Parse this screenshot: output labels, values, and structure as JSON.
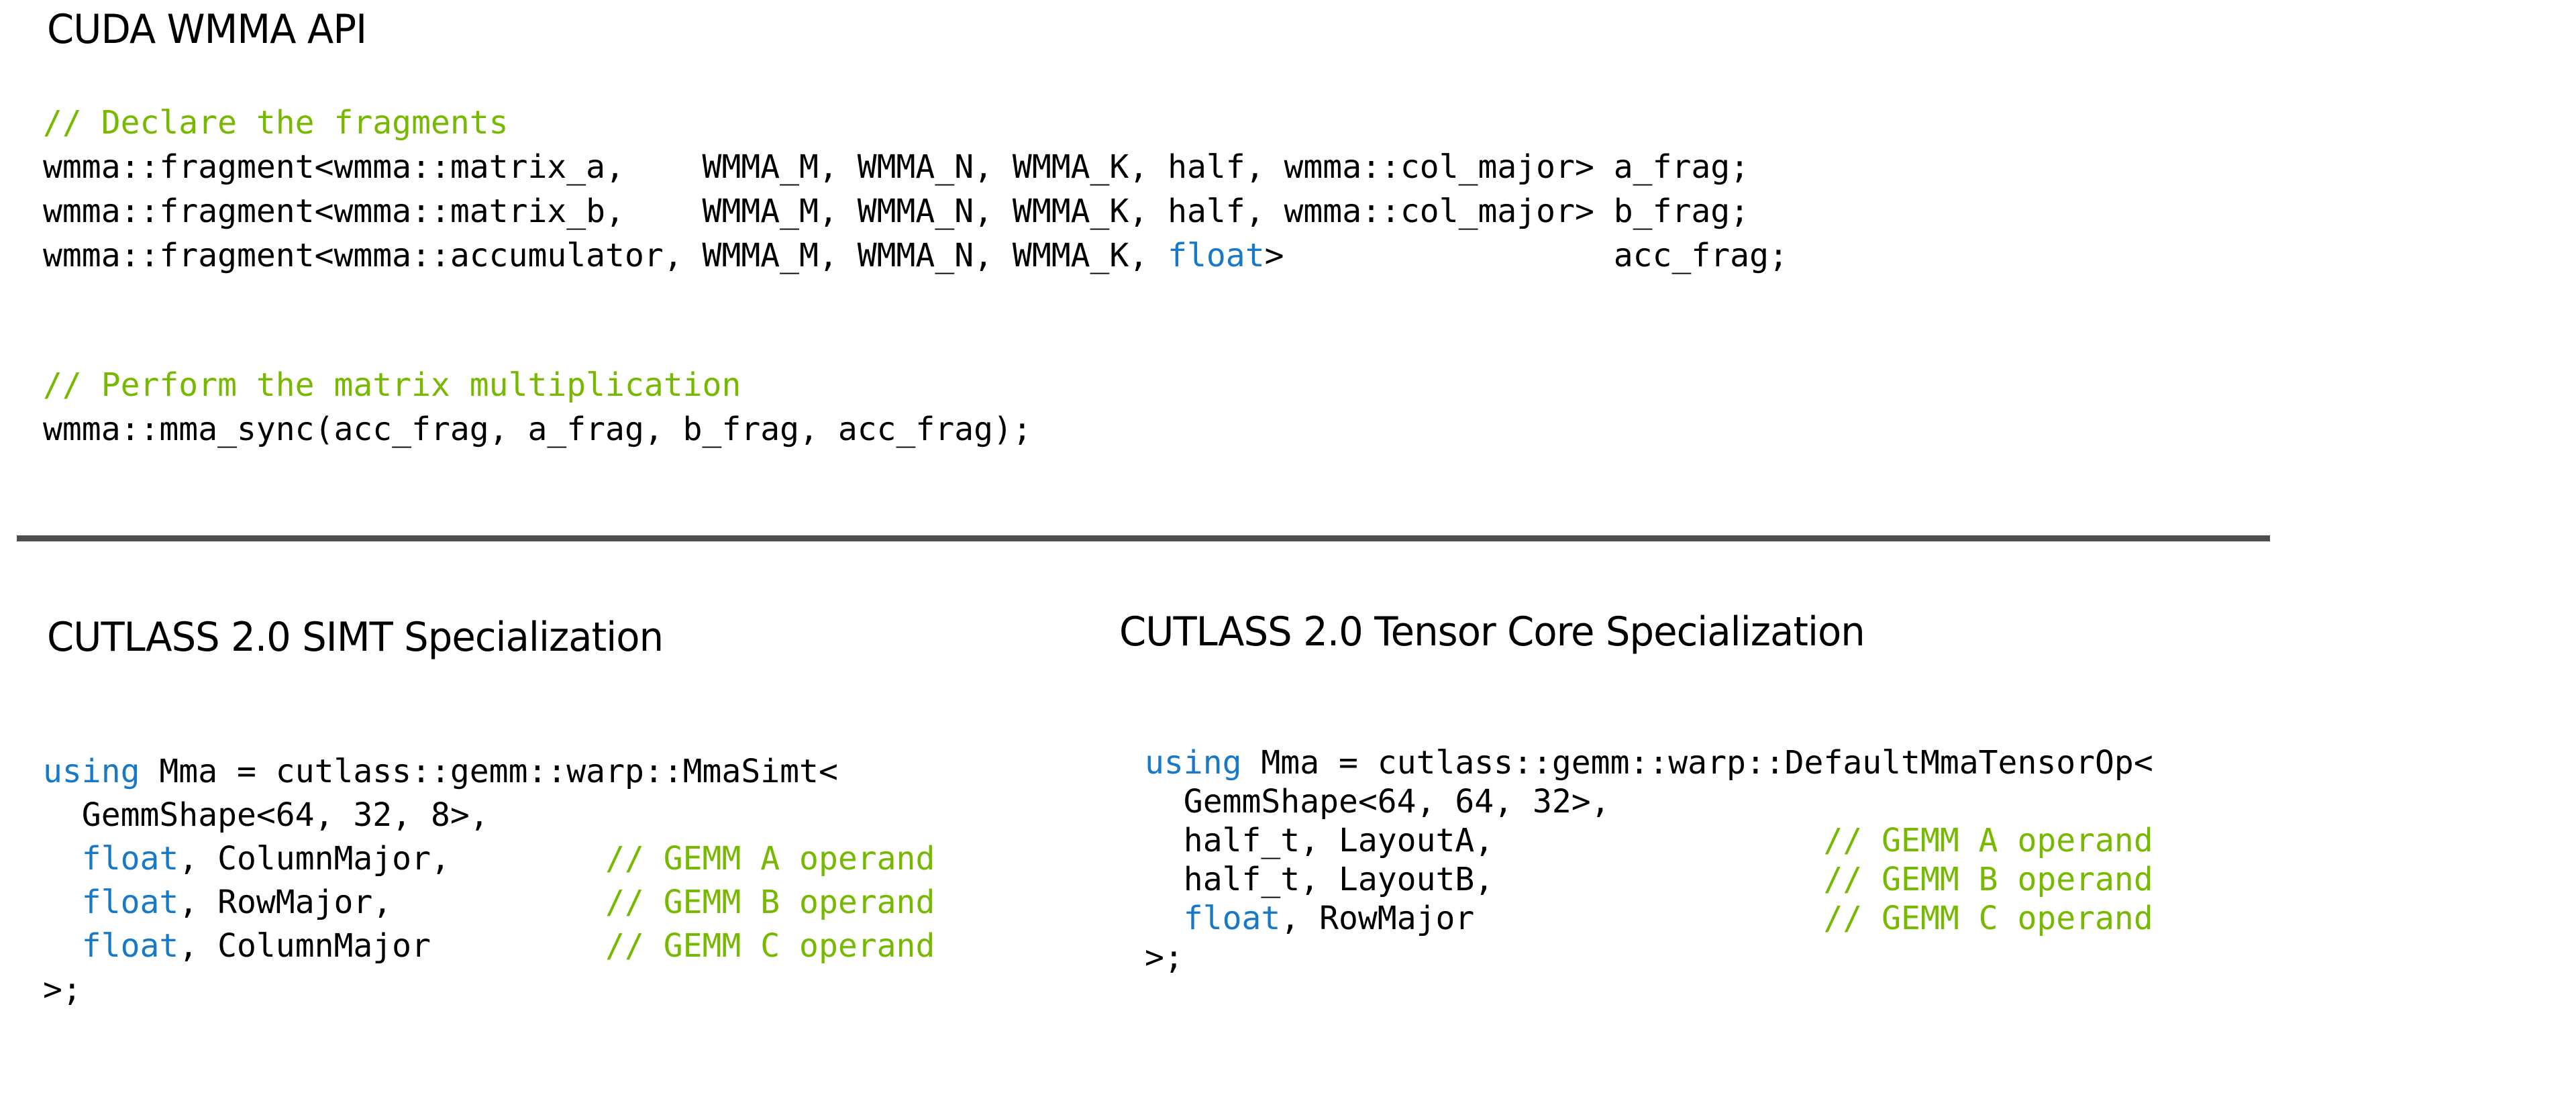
{
  "colors": {
    "background": "#ffffff",
    "text": "#000000",
    "keyword_blue": "#1779c7",
    "comment_green": "#76b900",
    "divider_gray": "#4d4d4d"
  },
  "top_section": {
    "title": "CUDA WMMA API",
    "declare_block": {
      "lines": [
        [
          [
            "cm",
            "// Declare the fragments"
          ]
        ],
        [
          [
            "pl",
            "wmma::fragment<wmma::matrix_a,    WMMA_M, WMMA_N, WMMA_K, half, wmma::col_major> a_frag;"
          ]
        ],
        [
          [
            "pl",
            "wmma::fragment<wmma::matrix_b,    WMMA_M, WMMA_N, WMMA_K, half, wmma::col_major> b_frag;"
          ]
        ],
        [
          [
            "pl",
            "wmma::fragment<wmma::accumulator, WMMA_M, WMMA_N, WMMA_K, "
          ],
          [
            "kw",
            "float"
          ],
          [
            "pl",
            ">                 acc_frag;"
          ]
        ]
      ]
    },
    "multiply_block": {
      "lines": [
        [
          [
            "cm",
            "// Perform the matrix multiplication"
          ]
        ],
        [
          [
            "pl",
            "wmma::mma_sync(acc_frag, a_frag, b_frag, acc_frag);"
          ]
        ]
      ]
    }
  },
  "left_section": {
    "heading": "CUTLASS 2.0 SIMT Specialization",
    "code": {
      "lines": [
        [
          [
            "kw",
            "using"
          ],
          [
            "pl",
            " Mma = cutlass::gemm::warp::MmaSimt<"
          ]
        ],
        [
          [
            "pl",
            "  GemmShape<64, 32, 8>,"
          ]
        ],
        [
          [
            "pl",
            "  "
          ],
          [
            "kw",
            "float"
          ],
          [
            "pl",
            ", ColumnMajor,        "
          ],
          [
            "cm",
            "// GEMM A operand"
          ]
        ],
        [
          [
            "pl",
            "  "
          ],
          [
            "kw",
            "float"
          ],
          [
            "pl",
            ", RowMajor,           "
          ],
          [
            "cm",
            "// GEMM B operand"
          ]
        ],
        [
          [
            "pl",
            "  "
          ],
          [
            "kw",
            "float"
          ],
          [
            "pl",
            ", ColumnMajor         "
          ],
          [
            "cm",
            "// GEMM C operand"
          ]
        ],
        [
          [
            "pl",
            ">;"
          ]
        ]
      ]
    }
  },
  "right_section": {
    "heading": "CUTLASS 2.0 Tensor Core Specialization",
    "code": {
      "lines": [
        [
          [
            "kw",
            "using"
          ],
          [
            "pl",
            " Mma = cutlass::gemm::warp::DefaultMmaTensorOp<"
          ]
        ],
        [
          [
            "pl",
            "  GemmShape<64, 64, 32>,"
          ]
        ],
        [
          [
            "pl",
            "  half_t, LayoutA,                 "
          ],
          [
            "cm",
            "// GEMM A operand"
          ]
        ],
        [
          [
            "pl",
            "  half_t, LayoutB,                 "
          ],
          [
            "cm",
            "// GEMM B operand"
          ]
        ],
        [
          [
            "pl",
            "  "
          ],
          [
            "kw",
            "float"
          ],
          [
            "pl",
            ", RowMajor                  "
          ],
          [
            "cm",
            "// GEMM C operand"
          ]
        ],
        [
          [
            "pl",
            ">;"
          ]
        ]
      ]
    }
  }
}
